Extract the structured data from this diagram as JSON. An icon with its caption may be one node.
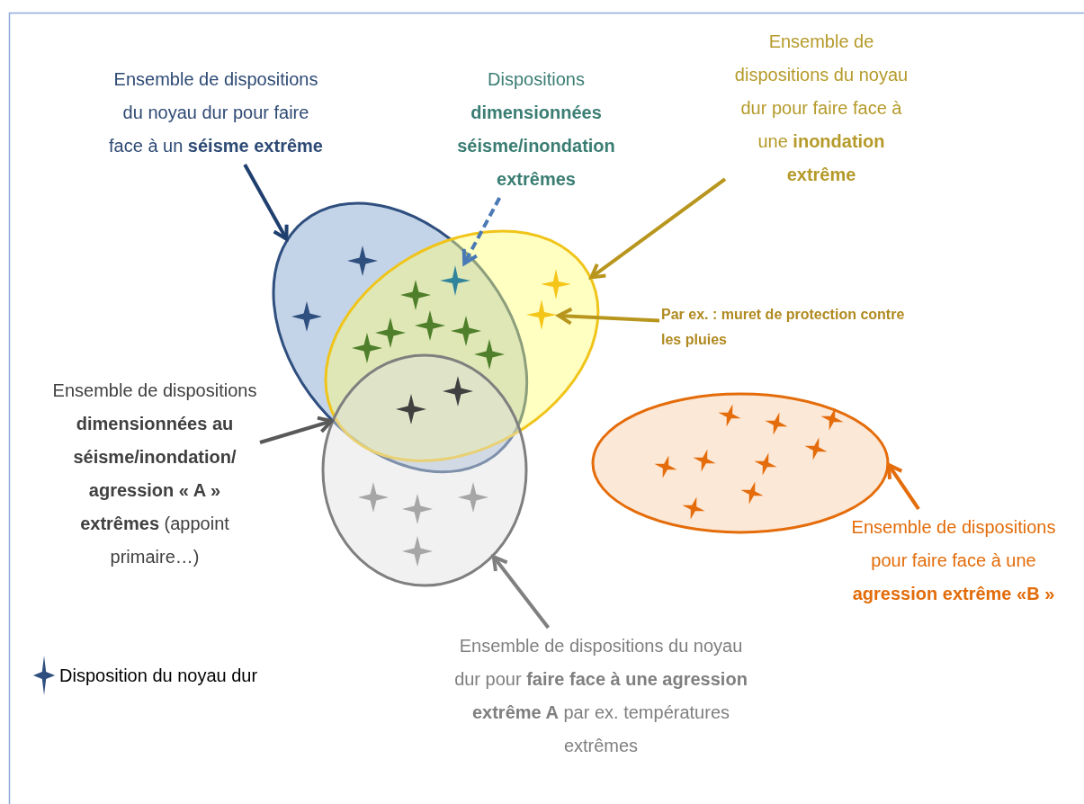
{
  "diagram": {
    "nodes": [
      {
        "text": [],
        "shape": "ellipse"
      },
      {
        "text": [],
        "shape": "ellipse"
      },
      {
        "text": [],
        "shape": "ellipse"
      },
      {
        "text": [],
        "shape": "ellipse"
      },
      {
        "text": [
          "Ensemble de dispositions du noyau dur pour faire face à un **séisme extrême**"
        ]
      },
      {
        "text": [
          "Dispositions **dimensionnées séisme/inondation extrêmes**"
        ]
      },
      {
        "text": [
          "Ensemble de dispositions du noyau dur pour faire face à une **inondation extrême**"
        ]
      },
      {
        "text": [
          "Par ex. : muret de protection contre les pluies"
        ]
      },
      {
        "text": [
          "Ensemble de dispositions **dimensionnées au séisme/inondation/ agression « A » extrêmes** (appoint primaire…)"
        ]
      },
      {
        "text": [
          "Ensemble de dispositions du noyau dur pour **faire face à une agression extrême A** par ex. températures extrêmes"
        ]
      },
      {
        "text": [
          "Ensemble de dispositions pour faire face à une **agression extrême «B »**"
        ]
      },
      {
        "text": [],
        "shape": "star"
      },
      {
        "text": [],
        "shape": "star",
        "in": 1
      },
      {
        "text": [],
        "shape": "star",
        "in": 1
      }
    ],
    "edges": [
      {
        "from": 4,
        "to": 0,
        "arrow": "to",
        "color": "#1f3f6e"
      },
      {
        "from": 5,
        "to": 11,
        "arrow": "to",
        "style": "dashed",
        "color": "#4a7ab5"
      },
      {
        "from": 6,
        "to": 1,
        "arrow": "to",
        "color": "#b8961e"
      },
      {
        "from": 7,
        "to": 13,
        "arrow": "to",
        "color": "#b8961e"
      },
      {
        "from": 8,
        "to": 2,
        "arrow": "to",
        "color": "#595959"
      },
      {
        "from": 9,
        "to": 2,
        "arrow": "to",
        "color": "#808080"
      },
      {
        "from": 10,
        "to": 3,
        "arrow": "to",
        "color": "#e46c0a"
      }
    ],
    "legend": [
      {
        "text": "Disposition du noyau dur"
      }
    ]
  }
}
